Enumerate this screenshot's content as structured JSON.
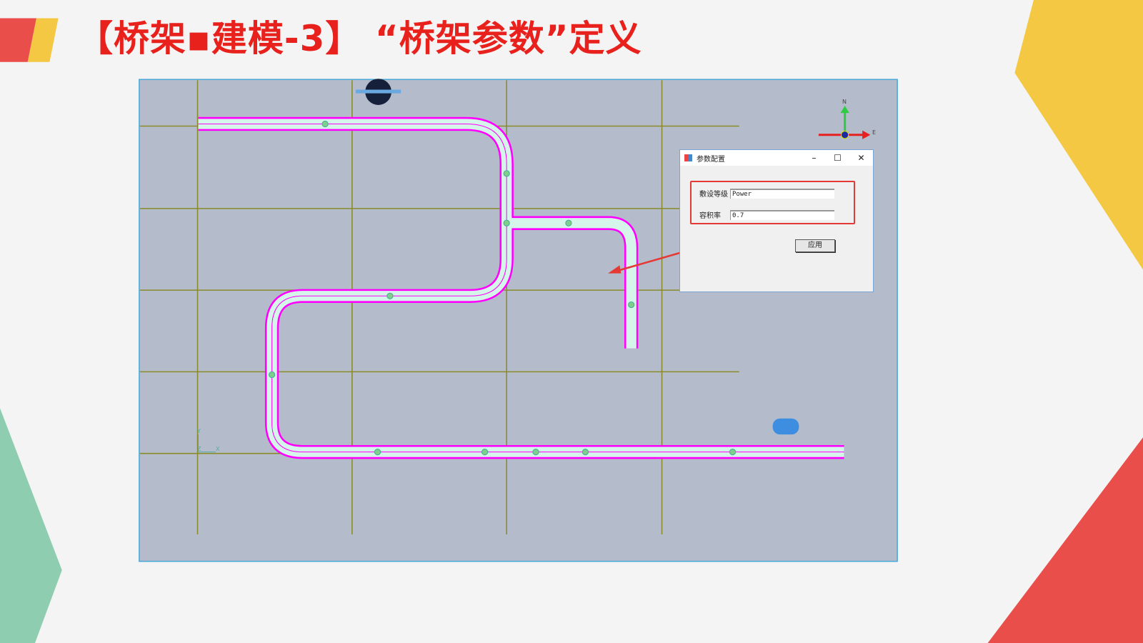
{
  "slide": {
    "title": "【桥架▪建模-3】 “桥架参数”定义"
  },
  "viewport": {
    "compass": {
      "north": "N",
      "east": "E"
    },
    "axes": {
      "y": "Y",
      "z": "Z",
      "x": "X"
    }
  },
  "dialog": {
    "title": "参数配置",
    "minimize": "–",
    "maximize": "☐",
    "close": "✕",
    "fields": [
      {
        "label": "敷设等级",
        "value": "Power"
      },
      {
        "label": "容积率",
        "value": "0.7"
      }
    ],
    "apply_label": "应用"
  },
  "colors": {
    "accent": "#e8211d",
    "pipe": "#ff00ff",
    "grid": "#8a8a2a",
    "canvas": "#b4bccb"
  }
}
